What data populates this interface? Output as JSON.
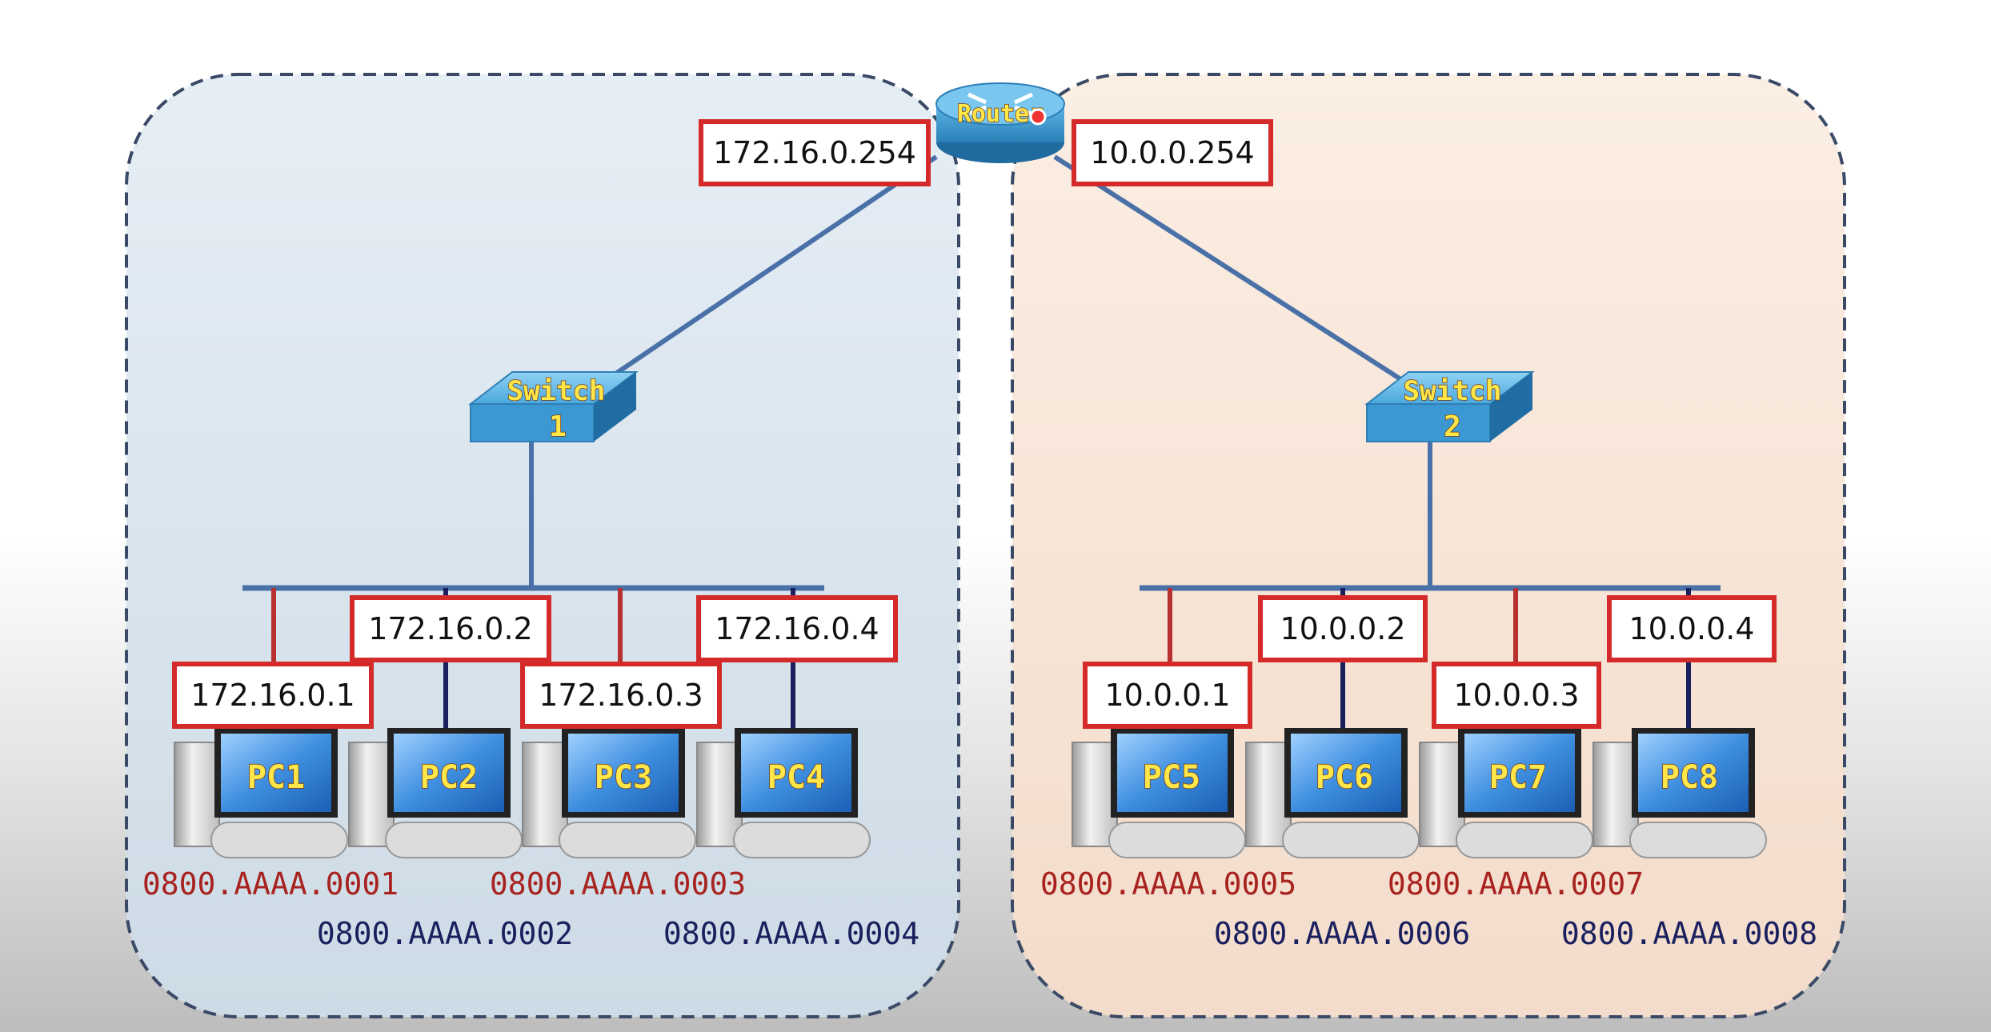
{
  "router": {
    "label": "Router"
  },
  "networks": [
    {
      "name": "left",
      "switch": {
        "label": "Switch",
        "number": "1"
      },
      "gateway_ip": "172.16.0.254",
      "hosts": [
        {
          "pc": "PC1",
          "ip": "172.16.0.1",
          "mac": "0800.AAAA.0001"
        },
        {
          "pc": "PC2",
          "ip": "172.16.0.2",
          "mac": "0800.AAAA.0002"
        },
        {
          "pc": "PC3",
          "ip": "172.16.0.3",
          "mac": "0800.AAAA.0003"
        },
        {
          "pc": "PC4",
          "ip": "172.16.0.4",
          "mac": "0800.AAAA.0004"
        }
      ]
    },
    {
      "name": "right",
      "switch": {
        "label": "Switch",
        "number": "2"
      },
      "gateway_ip": "10.0.0.254",
      "hosts": [
        {
          "pc": "PC5",
          "ip": "10.0.0.1",
          "mac": "0800.AAAA.0005"
        },
        {
          "pc": "PC6",
          "ip": "10.0.0.2",
          "mac": "0800.AAAA.0006"
        },
        {
          "pc": "PC7",
          "ip": "10.0.0.3",
          "mac": "0800.AAAA.0007"
        },
        {
          "pc": "PC8",
          "ip": "10.0.0.4",
          "mac": "0800.AAAA.0008"
        }
      ]
    }
  ],
  "colors": {
    "left_region": "#dbe6ef",
    "right_region": "#f8e6d8",
    "link": "#4a70a8",
    "highlight_link": "#b83030",
    "label_border": "#d42a2a",
    "mac_red": "#a8231f",
    "mac_navy": "#1a1f5e"
  }
}
